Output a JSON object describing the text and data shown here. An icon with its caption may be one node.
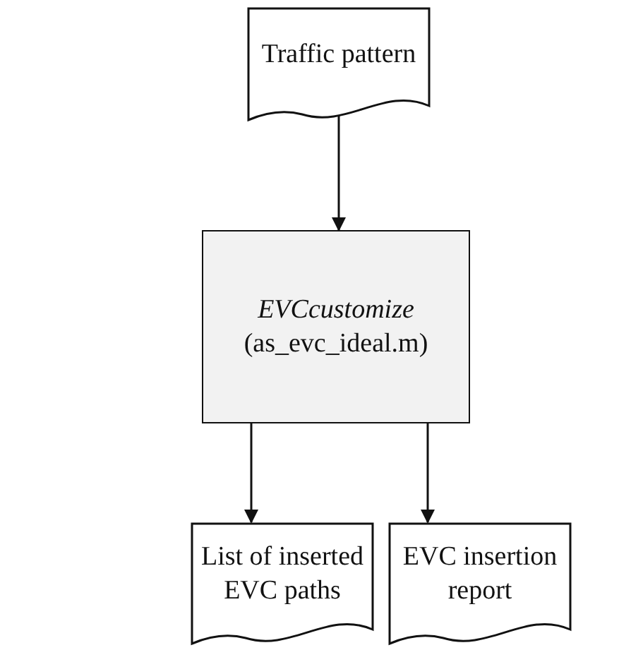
{
  "diagram": {
    "nodes": [
      {
        "text": [
          "Traffic pattern"
        ]
      },
      {
        "text": [
          "EVCcustomize",
          "(as_evc_ideal.m)"
        ]
      },
      {
        "text": [
          "List of inserted EVC paths"
        ]
      },
      {
        "text": [
          "EVC insertion report"
        ]
      }
    ],
    "edges": [
      {
        "from": 0,
        "to": 1,
        "arrow": "to"
      },
      {
        "from": 1,
        "to": 2,
        "arrow": "to"
      },
      {
        "from": 1,
        "to": 3,
        "arrow": "to"
      }
    ]
  }
}
